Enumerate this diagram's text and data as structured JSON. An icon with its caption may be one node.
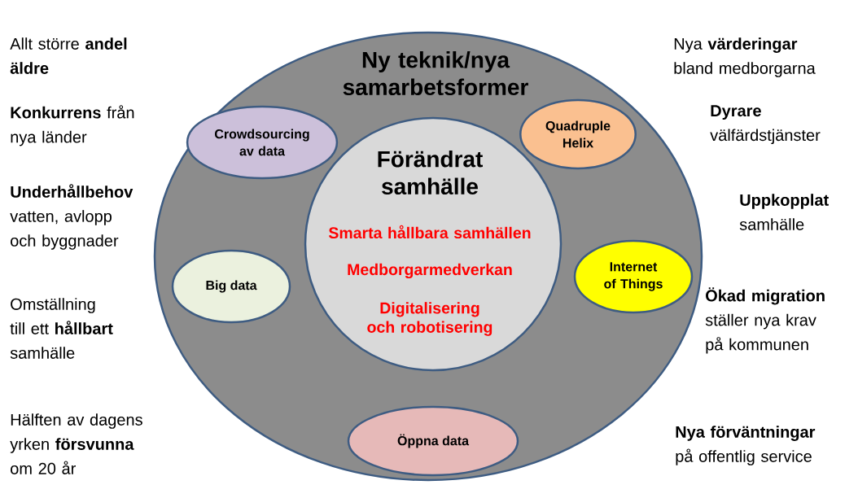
{
  "diagram": {
    "nodes": [
      {
        "text": [
          "Ny teknik/nya samarbetsformer"
        ]
      },
      {
        "text": [
          "Förändrat samhälle",
          "Smarta hållbara samhällen",
          "Medborgarmedverkan",
          "Digitalisering och robotisering"
        ],
        "in": 0
      },
      {
        "text": [
          "Crowdsourcing av data"
        ],
        "in": 0
      },
      {
        "text": [
          "Quadruple Helix"
        ],
        "in": 0
      },
      {
        "text": [
          "Big data"
        ],
        "in": 0
      },
      {
        "text": [
          "Internet of Things"
        ],
        "in": 0
      },
      {
        "text": [
          "Öppna data"
        ],
        "in": 0
      }
    ],
    "labels": [
      "Allt större **andel äldre**",
      "Nya **värderingar** bland medborgarna",
      "**Konkurrens** från nya länder",
      "**Dyrare** välfärdstjänster",
      "**Underhållbehov** vatten, avlopp och byggnader",
      "**Uppkopplat** samhälle",
      "Omställning till ett **hållbart** samhälle",
      "**Ökad migration** ställer nya krav på kommunen",
      "Hälften av dagens yrken **försvunna** om 20 år",
      "**Nya förväntningar** på offentlig service"
    ]
  }
}
